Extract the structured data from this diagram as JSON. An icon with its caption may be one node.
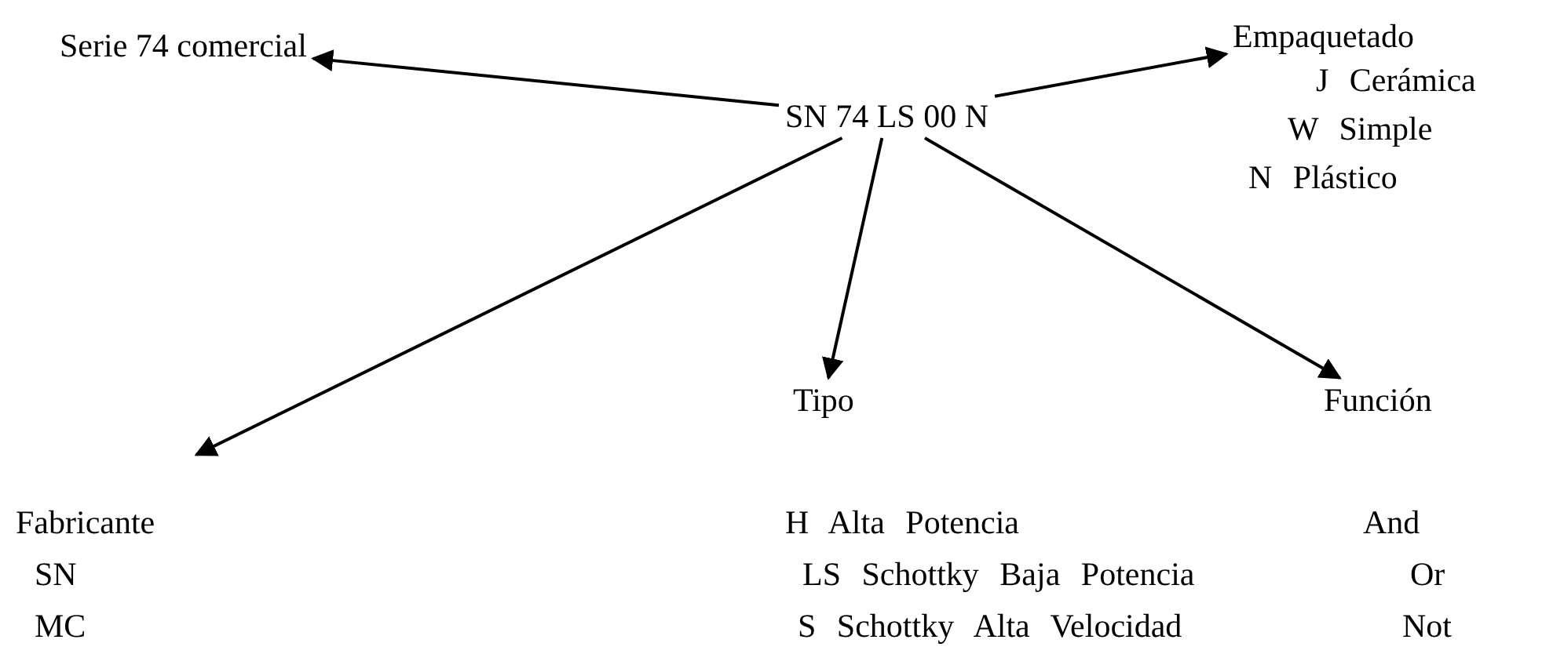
{
  "diagram": {
    "nodes": [
      {
        "text": [
          "SN 74 LS 00 N"
        ]
      },
      {
        "text": [
          "Serie 74 comercial"
        ]
      },
      {
        "text": [
          "Empaquetado"
        ]
      },
      {
        "text": [
          "Tipo"
        ]
      },
      {
        "text": [
          "Función"
        ]
      },
      {
        "text": [
          "Fabricante"
        ]
      }
    ],
    "edges": [
      {
        "from": 0,
        "to": 1,
        "arrow": "to"
      },
      {
        "from": 0,
        "to": 2,
        "arrow": "to"
      },
      {
        "from": 0,
        "to": 5,
        "arrow": "to"
      },
      {
        "from": 0,
        "to": 3,
        "arrow": "to"
      },
      {
        "from": 0,
        "to": 4,
        "arrow": "to"
      }
    ],
    "labels": [
      "J Cerámica",
      "W Simple",
      "N Plástico",
      "H Alta Potencia",
      "And",
      "SN",
      "LS Schottky Baja Potencia",
      "Or",
      "MC",
      "S Schottky Alta Velocidad",
      "Not"
    ]
  }
}
